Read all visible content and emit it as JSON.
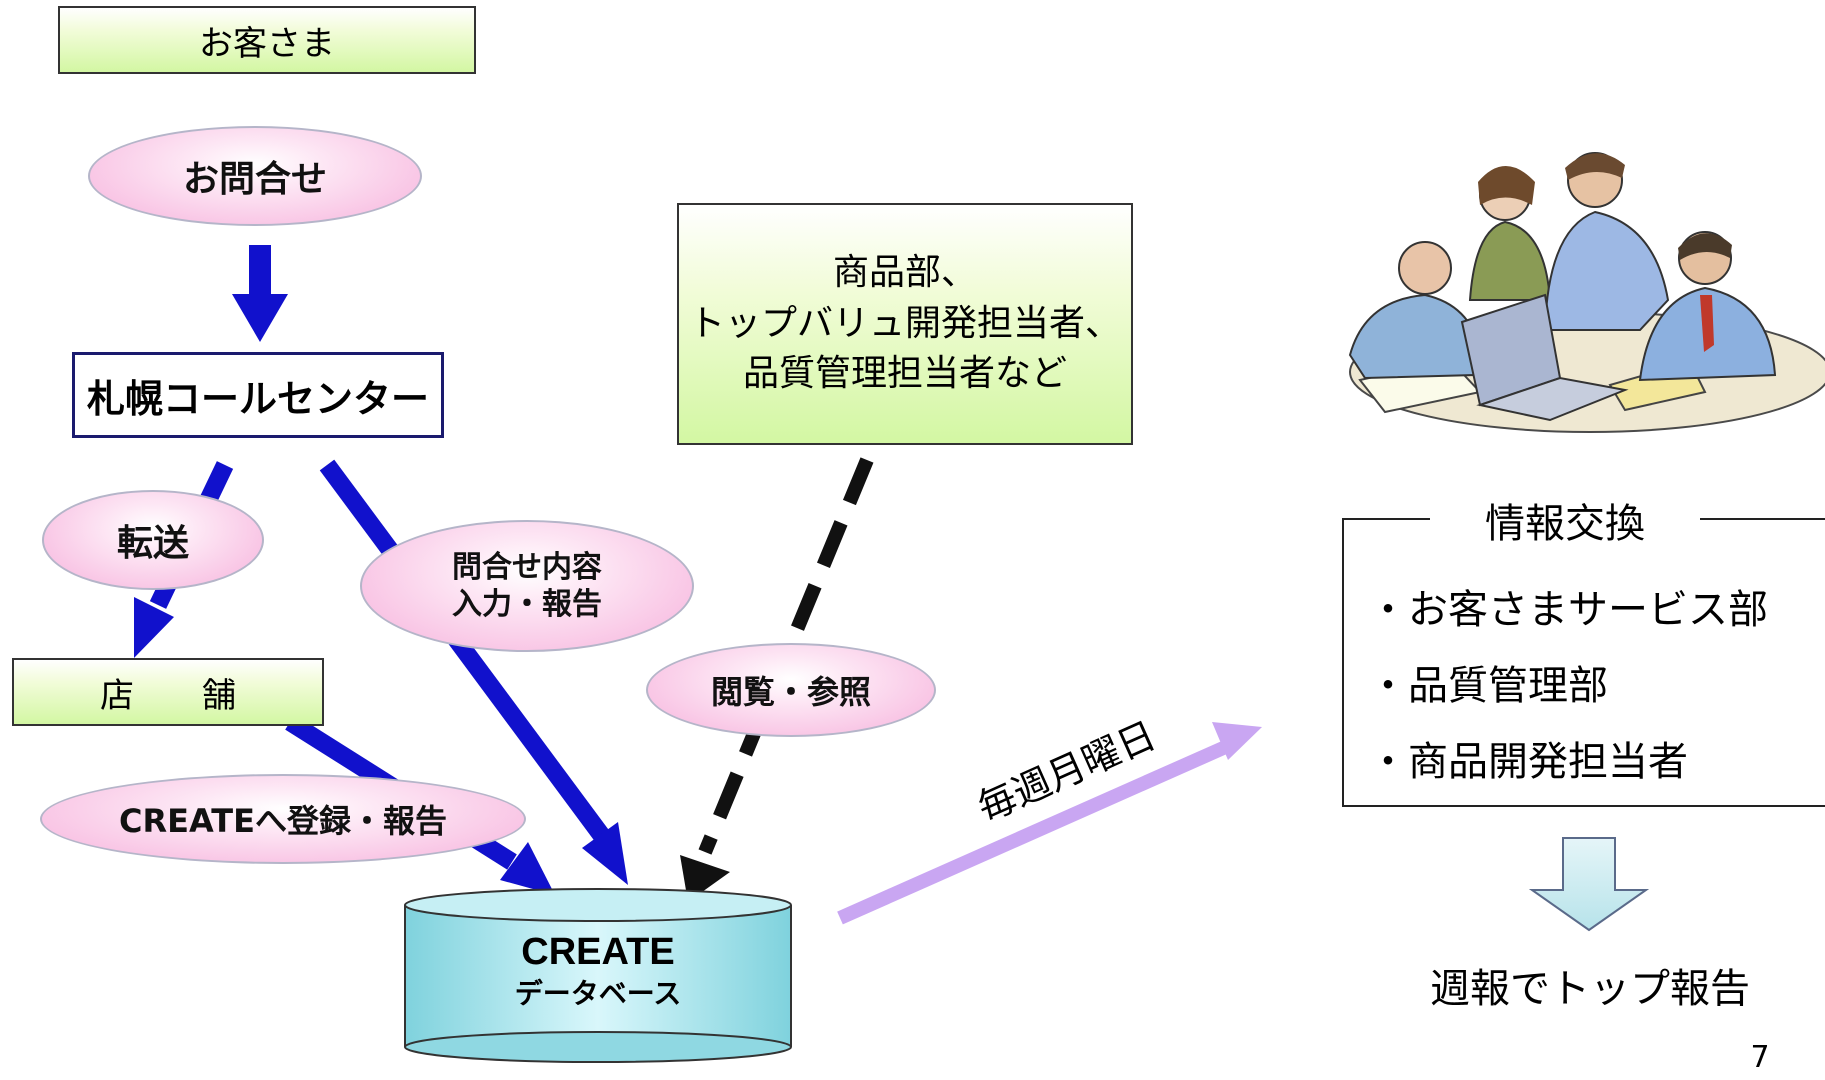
{
  "colors": {
    "arrow_blue": "#1111cc",
    "arrow_black": "#111111",
    "arrow_purple": "#c9a6f2",
    "ellipse_pink": "#f6b2dc",
    "box_green": "#d3f7a3",
    "cylinder_cyan": "#b8ecf2",
    "down_arrow_fill": "#c8eaf0"
  },
  "customer": {
    "label": "お客さま"
  },
  "inquiry": {
    "label": "お問合せ"
  },
  "callcenter": {
    "label": "札幌コールセンター"
  },
  "transfer": {
    "label": "転送"
  },
  "store": {
    "label": "店　　舗"
  },
  "inquiry_content": {
    "line1": "問合せ内容",
    "line2": "入力・報告"
  },
  "register": {
    "label": "CREATEへ登録・報告"
  },
  "database": {
    "line1": "CREATE",
    "line2": "データベース"
  },
  "departments": {
    "line1": "商品部、",
    "line2": "トップバリュ開発担当者、",
    "line3": "品質管理担当者など"
  },
  "browse": {
    "label": "閲覧・参照"
  },
  "weekly": {
    "label": "毎週月曜日"
  },
  "exchange": {
    "title": "情報交換",
    "items": [
      "・お客さまサービス部",
      "・品質管理部",
      "・商品開発担当者"
    ]
  },
  "report": {
    "label": "週報でトップ報告"
  },
  "people_icon": "meeting-people-clipart",
  "page_number": "7"
}
